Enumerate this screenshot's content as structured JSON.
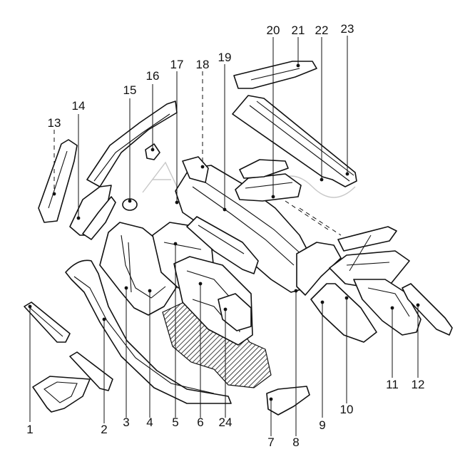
{
  "diagram": {
    "callouts": [
      "1",
      "2",
      "3",
      "4",
      "5",
      "6",
      "7",
      "8",
      "9",
      "10",
      "11",
      "12",
      "13",
      "14",
      "15",
      "16",
      "17",
      "18",
      "19",
      "20",
      "21",
      "22",
      "23",
      "24"
    ]
  },
  "colors": {
    "ink": "#111111",
    "background": "#ffffff",
    "watermark": "#9a9a9a"
  }
}
